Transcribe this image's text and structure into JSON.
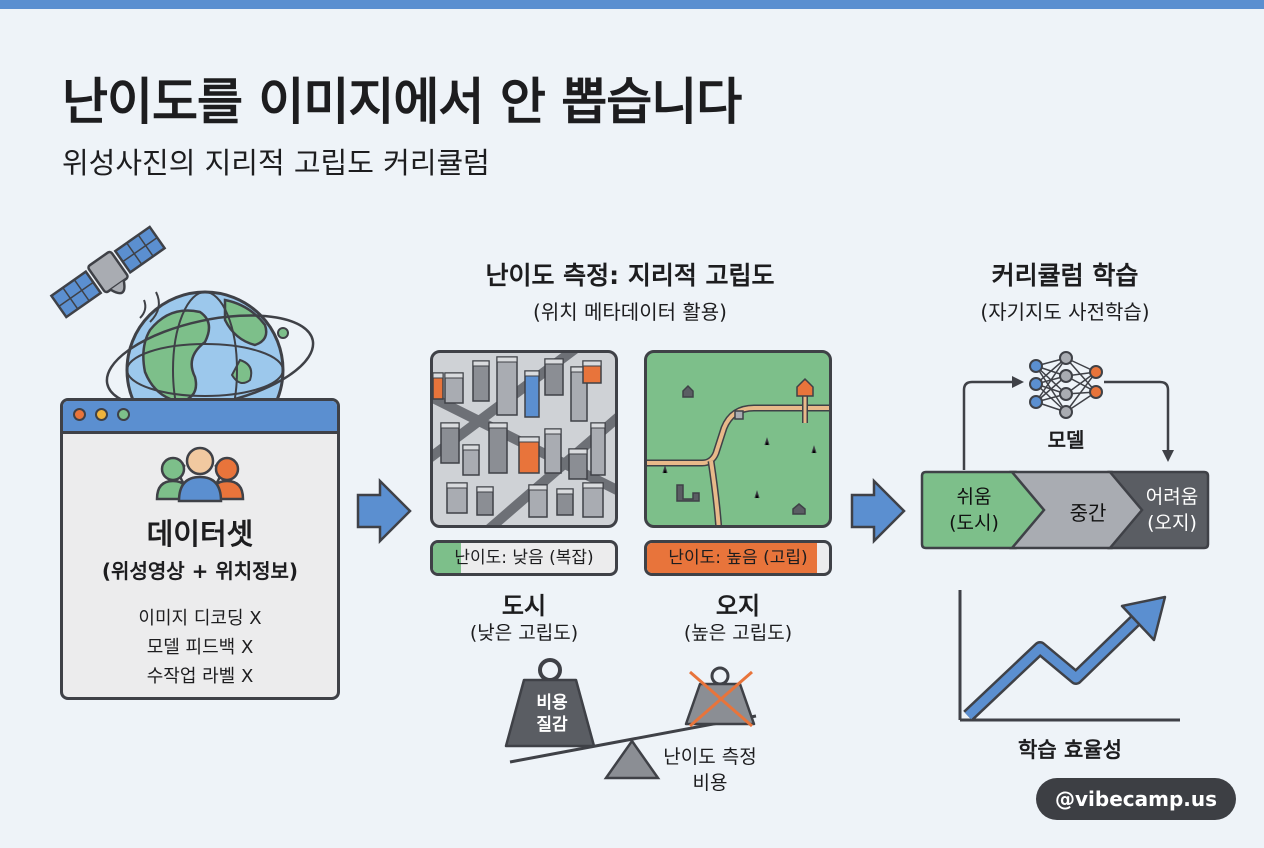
{
  "header": {
    "title": "난이도를 이미지에서 안 뽑습니다",
    "subtitle": "위성사진의 지리적 고립도 커리큘럼"
  },
  "dataset": {
    "title": "데이터셋",
    "subtitle": "(위성영상 + 위치정보)",
    "items": [
      "이미지 디코딩 X",
      "모델 피드백 X",
      "수작업 라벨 X"
    ]
  },
  "measure": {
    "title": "난이도 측정: 지리적 고립도",
    "subtitle": "(위치 메타데이터 활용)",
    "city": {
      "badge": "난이도: 낮음 (복잡)",
      "name": "도시",
      "desc": "(낮은 고립도)"
    },
    "rural": {
      "badge": "난이도: 높음 (고립)",
      "name": "오지",
      "desc": "(높은 고립도)"
    },
    "scale": {
      "weight_label_1": "비용",
      "weight_label_2": "질감",
      "caption_1": "난이도 측정",
      "caption_2": "비용"
    }
  },
  "curriculum": {
    "title": "커리큘럼 학습",
    "subtitle": "(자기지도 사전학습)",
    "model_label": "모델",
    "stages": [
      {
        "line1": "쉬움",
        "line2": "(도시)",
        "color": "#7dbf8a"
      },
      {
        "line1": "중간",
        "line2": "",
        "color": "#a9acb2"
      },
      {
        "line1": "어려움",
        "line2": "(오지)",
        "color": "#5a5d63"
      }
    ],
    "efficiency_label": "학습 효율성"
  },
  "watermark": "@vibecamp.us",
  "colors": {
    "accent_blue": "#5b8fd0",
    "green": "#7dbf8a",
    "orange": "#e8743b",
    "dark": "#3f4147"
  }
}
